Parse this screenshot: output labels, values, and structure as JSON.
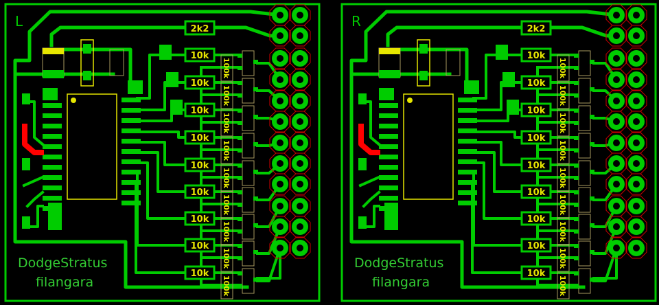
{
  "boards": [
    {
      "side_label": "L",
      "r_pullup": "2k2",
      "r_series": [
        "10k",
        "10k",
        "10k",
        "10k",
        "10k",
        "10k",
        "10k",
        "10k",
        "10k"
      ],
      "r_divider": [
        "100k",
        "100k",
        "100k",
        "100k",
        "100k",
        "100k",
        "100k",
        "100k",
        "100k"
      ],
      "title": "DodgeStratus",
      "author": "filangara"
    },
    {
      "side_label": "R",
      "r_pullup": "2k2",
      "r_series": [
        "10k",
        "10k",
        "10k",
        "10k",
        "10k",
        "10k",
        "10k",
        "10k",
        "10k"
      ],
      "r_divider": [
        "100k",
        "100k",
        "100k",
        "100k",
        "100k",
        "100k",
        "100k",
        "100k",
        "100k"
      ],
      "title": "DodgeStratus",
      "author": "filangara"
    }
  ],
  "colors": {
    "copper": "#00cc00",
    "silkscreen": "#e6e600",
    "pad_outline": "#d00000",
    "highlight": "#ff0000",
    "outline": "#a89a60",
    "text": "#33cc33"
  }
}
